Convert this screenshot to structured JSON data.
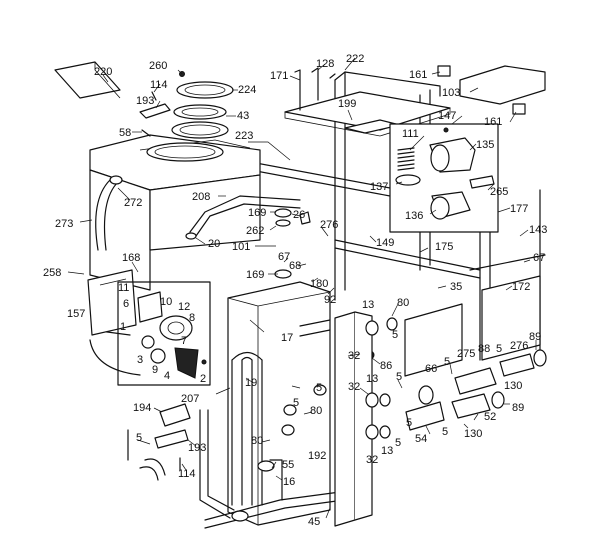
{
  "diagram": {
    "type": "exploded-parts-view",
    "callouts": [
      {
        "id": "c220",
        "text": "220"
      },
      {
        "id": "c260",
        "text": "260"
      },
      {
        "id": "c114a",
        "text": "114"
      },
      {
        "id": "c224",
        "text": "224"
      },
      {
        "id": "c193a",
        "text": "193"
      },
      {
        "id": "c43",
        "text": "43"
      },
      {
        "id": "c58",
        "text": "58"
      },
      {
        "id": "c171",
        "text": "171"
      },
      {
        "id": "c128",
        "text": "128"
      },
      {
        "id": "c222",
        "text": "222"
      },
      {
        "id": "c161a",
        "text": "161"
      },
      {
        "id": "c103",
        "text": "103"
      },
      {
        "id": "c199",
        "text": "199"
      },
      {
        "id": "c147",
        "text": "147"
      },
      {
        "id": "c161b",
        "text": "161"
      },
      {
        "id": "c111",
        "text": "111"
      },
      {
        "id": "c135",
        "text": "135"
      },
      {
        "id": "c223",
        "text": "223"
      },
      {
        "id": "c137",
        "text": "137"
      },
      {
        "id": "c265",
        "text": "265"
      },
      {
        "id": "c136",
        "text": "136"
      },
      {
        "id": "c177",
        "text": "177"
      },
      {
        "id": "c143",
        "text": "143"
      },
      {
        "id": "c272",
        "text": "272"
      },
      {
        "id": "c273",
        "text": "273"
      },
      {
        "id": "c208",
        "text": "208"
      },
      {
        "id": "c169a",
        "text": "169"
      },
      {
        "id": "c26",
        "text": "26"
      },
      {
        "id": "c276a",
        "text": "276"
      },
      {
        "id": "c262",
        "text": "262"
      },
      {
        "id": "c20",
        "text": "20"
      },
      {
        "id": "c101",
        "text": "101"
      },
      {
        "id": "c149",
        "text": "149"
      },
      {
        "id": "c175",
        "text": "175"
      },
      {
        "id": "c67a",
        "text": "67"
      },
      {
        "id": "c68",
        "text": "68"
      },
      {
        "id": "c67b",
        "text": "67"
      },
      {
        "id": "c258",
        "text": "258"
      },
      {
        "id": "c168",
        "text": "168"
      },
      {
        "id": "c169b",
        "text": "169"
      },
      {
        "id": "c180",
        "text": "180"
      },
      {
        "id": "c92",
        "text": "92"
      },
      {
        "id": "c35",
        "text": "35"
      },
      {
        "id": "c172",
        "text": "172"
      },
      {
        "id": "c11",
        "text": "11"
      },
      {
        "id": "c6",
        "text": "6"
      },
      {
        "id": "c10",
        "text": "10"
      },
      {
        "id": "c12",
        "text": "12"
      },
      {
        "id": "c157",
        "text": "157"
      },
      {
        "id": "c8",
        "text": "8"
      },
      {
        "id": "c1",
        "text": "1"
      },
      {
        "id": "c7",
        "text": "7"
      },
      {
        "id": "c3",
        "text": "3"
      },
      {
        "id": "c9",
        "text": "9"
      },
      {
        "id": "c4",
        "text": "4"
      },
      {
        "id": "c2",
        "text": "2"
      },
      {
        "id": "c17",
        "text": "17"
      },
      {
        "id": "c13a",
        "text": "13"
      },
      {
        "id": "c80a",
        "text": "80"
      },
      {
        "id": "c5a",
        "text": "5"
      },
      {
        "id": "c32a",
        "text": "32"
      },
      {
        "id": "c86",
        "text": "86"
      },
      {
        "id": "c89a",
        "text": "89"
      },
      {
        "id": "c275",
        "text": "275"
      },
      {
        "id": "c88",
        "text": "88"
      },
      {
        "id": "c5b",
        "text": "5"
      },
      {
        "id": "c276b",
        "text": "276"
      },
      {
        "id": "c5c",
        "text": "5"
      },
      {
        "id": "c66",
        "text": "66"
      },
      {
        "id": "c130a",
        "text": "130"
      },
      {
        "id": "c19",
        "text": "19"
      },
      {
        "id": "c207",
        "text": "207"
      },
      {
        "id": "c5d",
        "text": "5"
      },
      {
        "id": "c32b",
        "text": "32"
      },
      {
        "id": "c13b",
        "text": "13"
      },
      {
        "id": "c5e",
        "text": "5"
      },
      {
        "id": "c52",
        "text": "52"
      },
      {
        "id": "c89b",
        "text": "89"
      },
      {
        "id": "c194",
        "text": "194"
      },
      {
        "id": "c5f",
        "text": "5"
      },
      {
        "id": "c80b",
        "text": "80"
      },
      {
        "id": "c5g",
        "text": "5"
      },
      {
        "id": "c80c",
        "text": "80"
      },
      {
        "id": "c5h",
        "text": "5"
      },
      {
        "id": "c54",
        "text": "54"
      },
      {
        "id": "c130b",
        "text": "130"
      },
      {
        "id": "c5i",
        "text": "5"
      },
      {
        "id": "c193b",
        "text": "193"
      },
      {
        "id": "c32c",
        "text": "32"
      },
      {
        "id": "c13c",
        "text": "13"
      },
      {
        "id": "c5j",
        "text": "5"
      },
      {
        "id": "c55",
        "text": "55"
      },
      {
        "id": "c192",
        "text": "192"
      },
      {
        "id": "c114b",
        "text": "114"
      },
      {
        "id": "c16",
        "text": "16"
      },
      {
        "id": "c45",
        "text": "45"
      }
    ]
  }
}
